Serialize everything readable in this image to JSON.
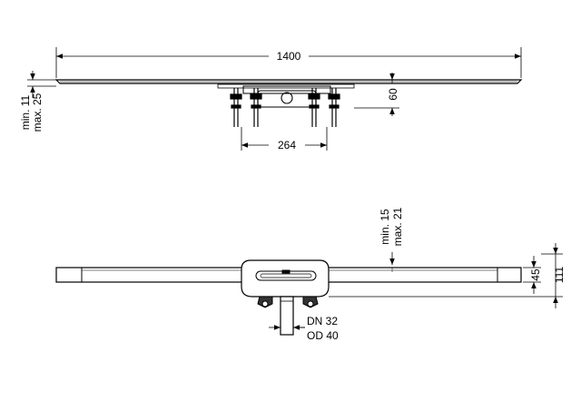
{
  "top_view": {
    "length": "1400",
    "height": "60",
    "leg_spacing": "264",
    "adjust_min": "min. 11",
    "adjust_max": "max. 25"
  },
  "side_view": {
    "cover_min": "min. 15",
    "cover_max": "max. 21",
    "body_height": "45",
    "total_height": "111",
    "outlet_dn": "DN 32",
    "outlet_od": "OD 40"
  },
  "colors": {
    "line": "#000000",
    "background": "#ffffff"
  }
}
